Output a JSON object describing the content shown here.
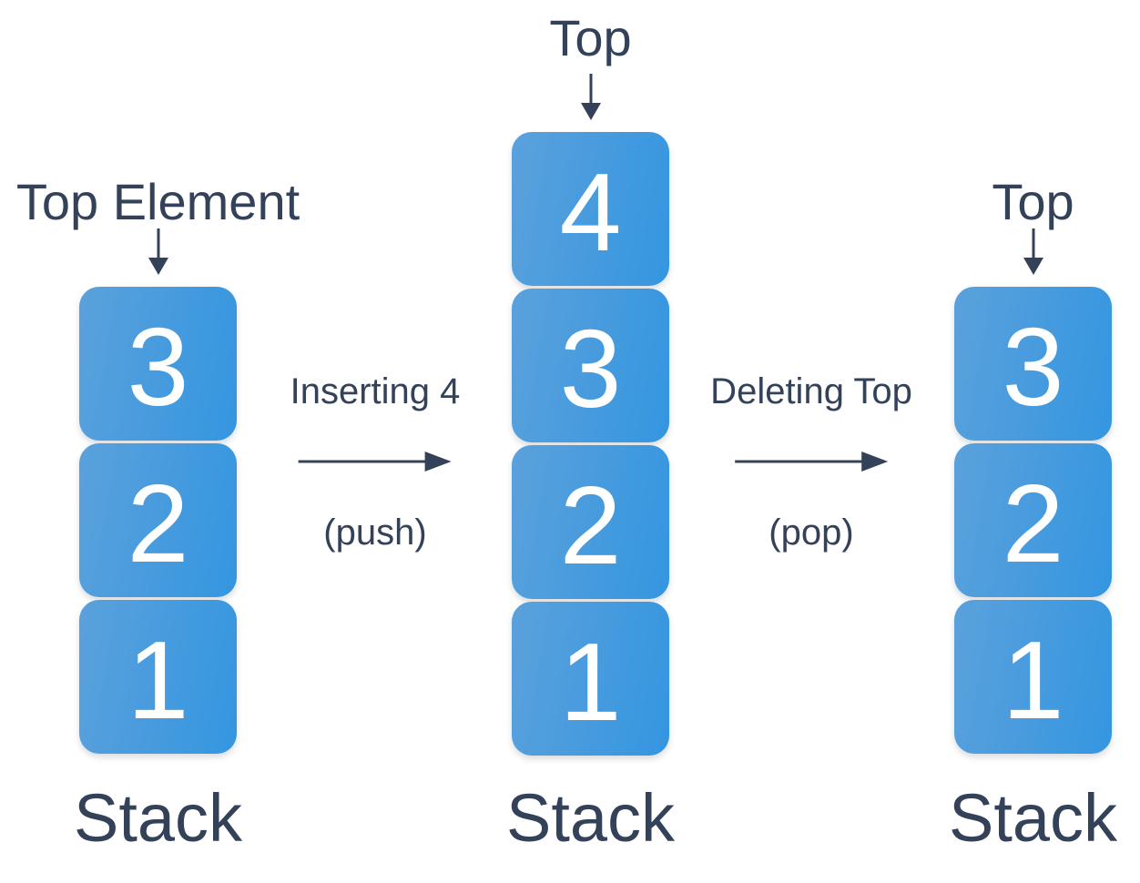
{
  "diagram": {
    "title_hidden": "",
    "stacks": [
      {
        "id": "initial-stack",
        "top_label": "Top Element",
        "blocks": [
          "3",
          "2",
          "1"
        ],
        "caption": "Stack"
      },
      {
        "id": "stack-after-push",
        "top_label": "Top",
        "blocks": [
          "4",
          "3",
          "2",
          "1"
        ],
        "caption": "Stack"
      },
      {
        "id": "stack-after-pop",
        "top_label": "Top",
        "blocks": [
          "3",
          "2",
          "1"
        ],
        "caption": "Stack"
      }
    ],
    "operations": [
      {
        "title": "Inserting 4",
        "subtitle": "(push)"
      },
      {
        "title": "Deleting Top",
        "subtitle": "(pop)"
      }
    ],
    "colors": {
      "text": "#344259",
      "arrow": "#344259",
      "block_gradient_start": "#5ba1dc",
      "block_gradient_end": "#3496e0",
      "block_text": "#ffffff",
      "background": "#ffffff"
    }
  }
}
